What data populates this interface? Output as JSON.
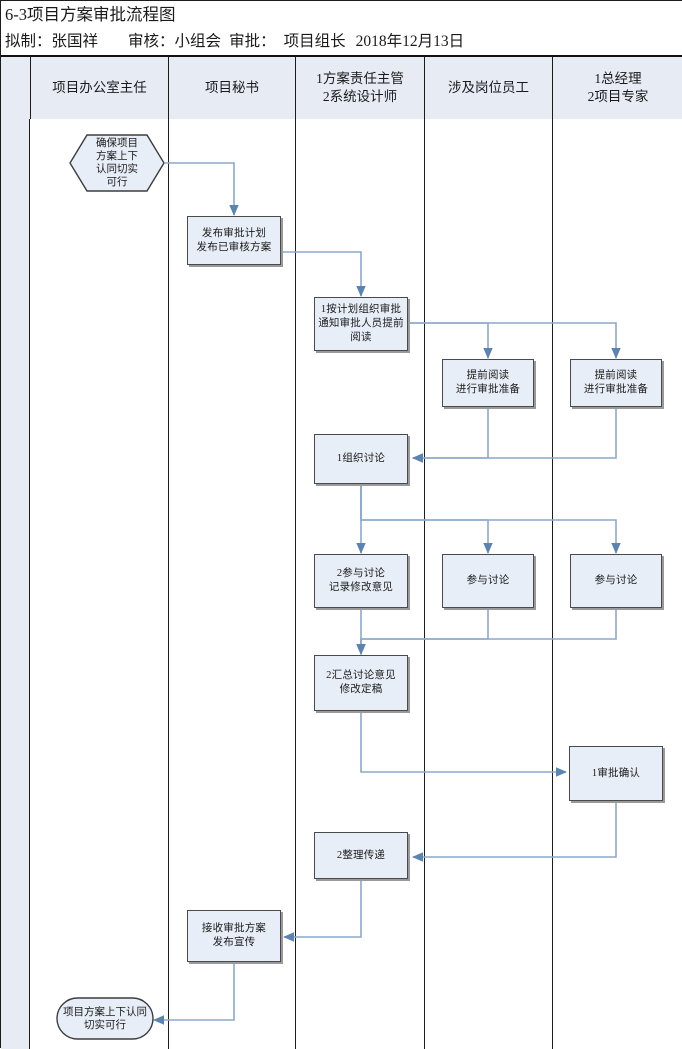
{
  "title": {
    "heading": "6-3项目方案审批流程图",
    "prepared_label": "拟制：",
    "prepared_by": "张国祥",
    "reviewed_label": "审核：",
    "reviewed_by": "小组会",
    "approved_label": "审批：",
    "approved_by": "项目组长",
    "date": "2018年12月13日"
  },
  "lanes": [
    {
      "key": "spacer",
      "label": ""
    },
    {
      "key": "office-director",
      "label": "项目办公室主任"
    },
    {
      "key": "project-secretary",
      "label": "项目秘书"
    },
    {
      "key": "scheme-supervisor",
      "label": "1方案责任主管\n2系统设计师",
      "line1": "1方案责任主管",
      "line2": "2系统设计师"
    },
    {
      "key": "involved-staff",
      "label": "涉及岗位员工"
    },
    {
      "key": "general-manager",
      "label": "1总经理\n2项目专家",
      "line1": "1总经理",
      "line2": "2项目专家"
    }
  ],
  "nodes": [
    {
      "id": "start",
      "shape": "hexagon",
      "lane": "office-director",
      "lines": [
        "确保项目",
        "方案上下",
        "认同切实",
        "可行"
      ]
    },
    {
      "id": "publish-plan",
      "shape": "process",
      "lane": "project-secretary",
      "lines": [
        "发布审批计划",
        "发布已审核方案"
      ]
    },
    {
      "id": "organize-approval",
      "shape": "process",
      "lane": "scheme-supervisor",
      "lines": [
        "1按计划组织审批",
        "通知审批人员提前",
        "阅读"
      ]
    },
    {
      "id": "pre-read-staff",
      "shape": "process",
      "lane": "involved-staff",
      "lines": [
        "提前阅读",
        "进行审批准备"
      ]
    },
    {
      "id": "pre-read-manager",
      "shape": "process",
      "lane": "general-manager",
      "lines": [
        "提前阅读",
        "进行审批准备"
      ]
    },
    {
      "id": "organize-discussion",
      "shape": "process",
      "lane": "scheme-supervisor",
      "lines": [
        "1组织讨论"
      ]
    },
    {
      "id": "join-discussion-supervisor",
      "shape": "process",
      "lane": "scheme-supervisor",
      "lines": [
        "2参与讨论",
        "记录修改意见"
      ]
    },
    {
      "id": "join-discussion-staff",
      "shape": "process",
      "lane": "involved-staff",
      "lines": [
        "参与讨论"
      ]
    },
    {
      "id": "join-discussion-manager",
      "shape": "process",
      "lane": "general-manager",
      "lines": [
        "参与讨论"
      ]
    },
    {
      "id": "summarize-opinions",
      "shape": "process",
      "lane": "scheme-supervisor",
      "lines": [
        "2汇总讨论意见",
        "修改定稿"
      ]
    },
    {
      "id": "approval-confirm",
      "shape": "process",
      "lane": "general-manager",
      "lines": [
        "1审批确认"
      ]
    },
    {
      "id": "organize-deliver",
      "shape": "process",
      "lane": "scheme-supervisor",
      "lines": [
        "2整理传递"
      ]
    },
    {
      "id": "receive-publish",
      "shape": "process",
      "lane": "project-secretary",
      "lines": [
        "接收审批方案",
        "发布宣传"
      ]
    },
    {
      "id": "end",
      "shape": "oval",
      "lane": "office-director",
      "lines": [
        "项目方案上下认同",
        "切实可行"
      ]
    }
  ],
  "colors": {
    "node_fill": "#e8eef7",
    "node_border": "#4a4a4a",
    "lane_header_fill": "#e6ebf4",
    "connector": "#8ba9cc",
    "frame": "#1c1c1c",
    "shadow": "#9a9a9a"
  }
}
